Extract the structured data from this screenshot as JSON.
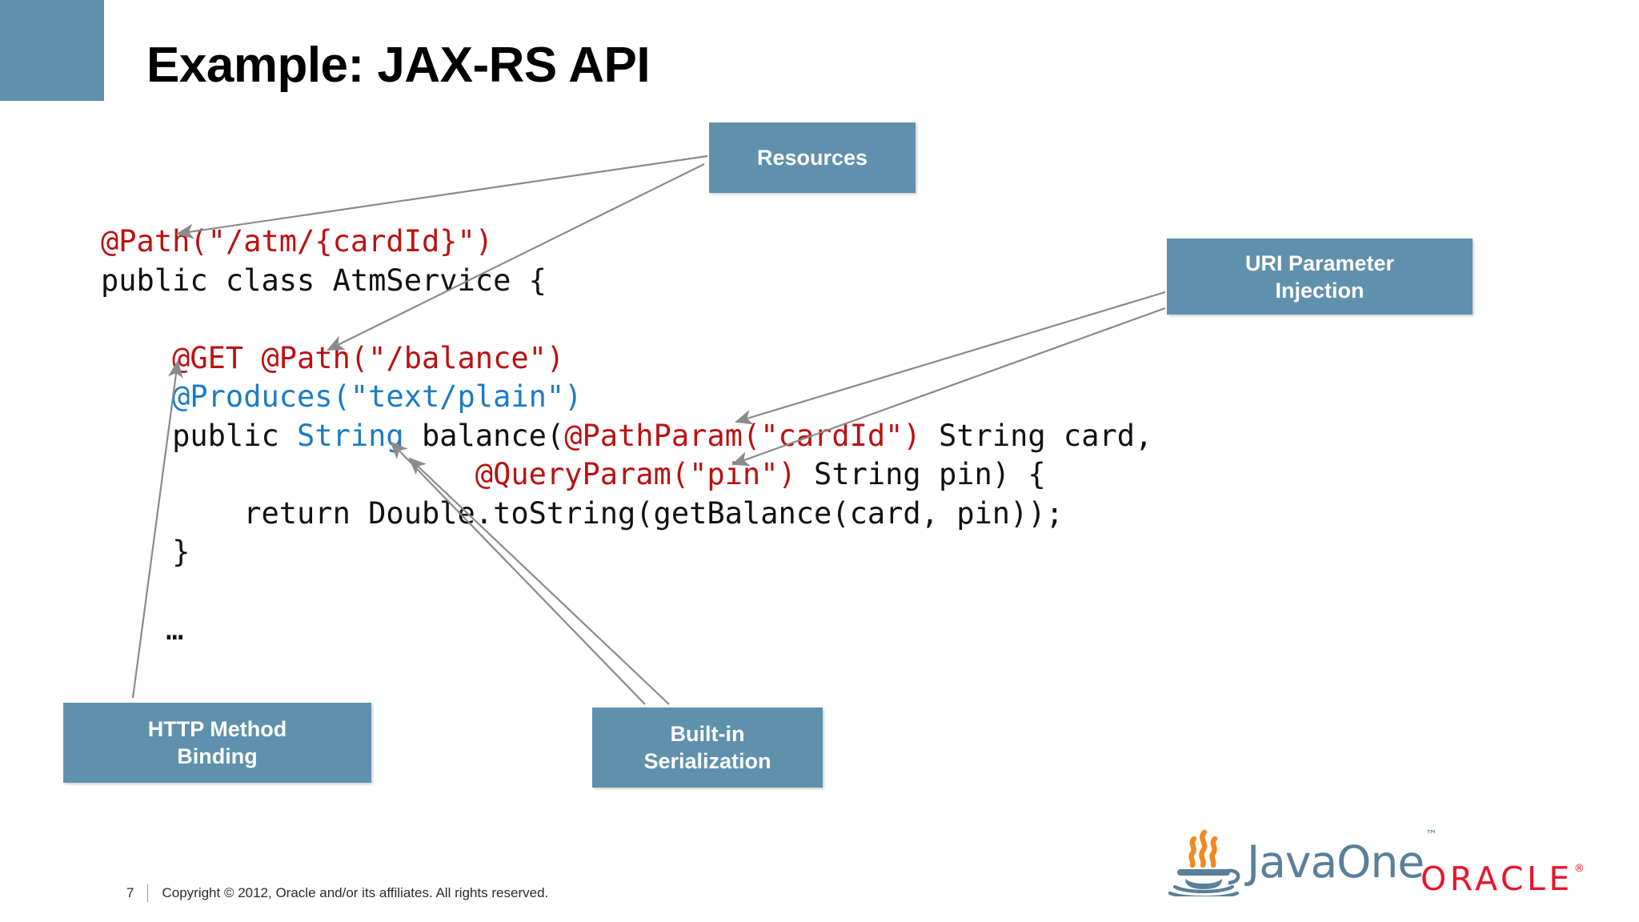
{
  "slide": {
    "title": "Example: JAX-RS API",
    "accent_color": "#5f91ad",
    "code_red": "#bb1111",
    "code_blue": "#1b7cc2"
  },
  "code": {
    "lines": [
      [
        {
          "t": "@Path(\"/atm/{cardId}\")",
          "c": "red"
        }
      ],
      [
        {
          "t": "public class AtmService {",
          "c": "blk"
        }
      ],
      [],
      [
        {
          "t": "    @GET @Path(\"/balance\")",
          "c": "red"
        }
      ],
      [
        {
          "t": "    @Produces(\"text/plain\")",
          "c": "blue"
        }
      ],
      [
        {
          "t": "    public ",
          "c": "blk"
        },
        {
          "t": "String",
          "c": "blue"
        },
        {
          "t": " balance(",
          "c": "blk"
        },
        {
          "t": "@PathParam(\"cardId\")",
          "c": "red"
        },
        {
          "t": " String card,",
          "c": "blk"
        }
      ],
      [
        {
          "t": "                     ",
          "c": "blk"
        },
        {
          "t": "@QueryParam(\"pin\")",
          "c": "red"
        },
        {
          "t": " String pin) {",
          "c": "blk"
        }
      ],
      [
        {
          "t": "        return Double.toString(getBalance(card, pin));",
          "c": "blk"
        }
      ],
      [
        {
          "t": "    }",
          "c": "blk"
        }
      ],
      [],
      [
        {
          "t": "    …",
          "c": "blk"
        }
      ]
    ]
  },
  "callouts": {
    "resources": "Resources",
    "uri_parameter_injection": "URI Parameter\nInjection",
    "http_method_binding": "HTTP Method\nBinding",
    "built_in_serialization": "Built-in\nSerialization"
  },
  "footer": {
    "page_number": "7",
    "copyright": "Copyright © 2012, Oracle and/or its affiliates. All rights reserved."
  },
  "logos": {
    "javaone_text": "JavaOne",
    "javaone_tm": "™",
    "oracle_text": "ORACLE",
    "oracle_reg": "®",
    "oracle_color": "#e8142d",
    "javaone_color": "#5a7f99"
  }
}
